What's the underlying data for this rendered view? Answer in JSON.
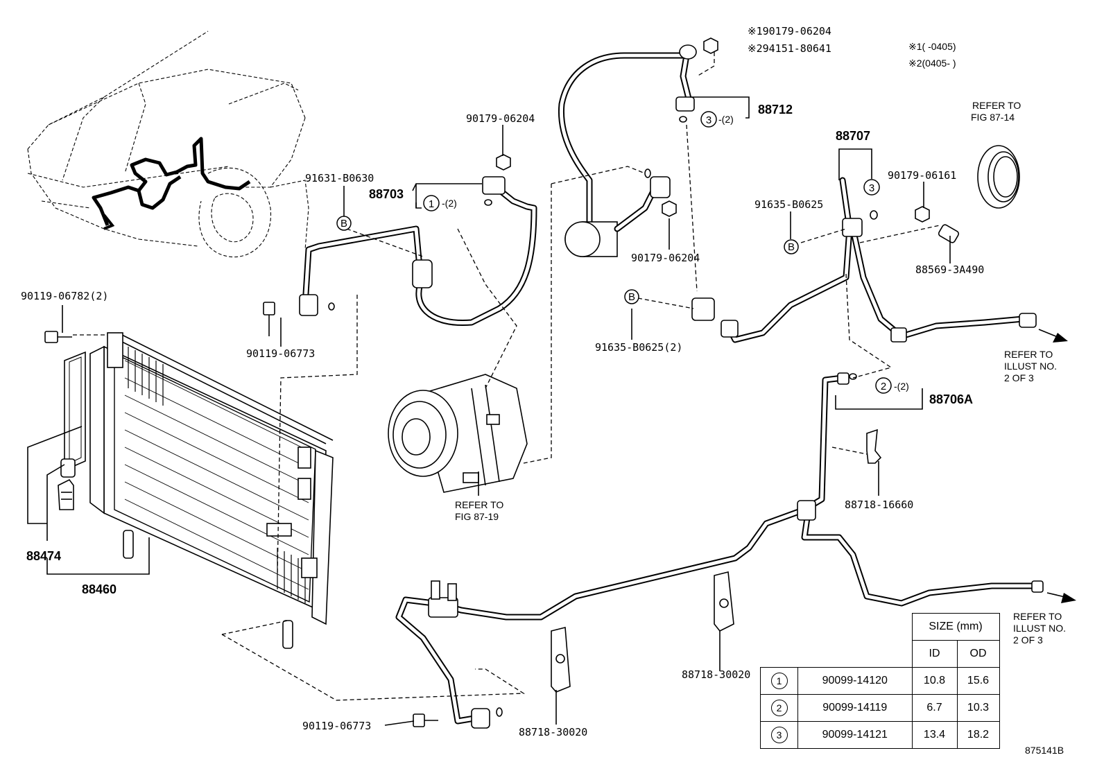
{
  "labels": {
    "p90119_06782": "90119-06782(2)",
    "p88474": "88474",
    "p88460": "88460",
    "p91631_B0630": "91631-B0630",
    "p88703": "88703",
    "p90179_06204_a": "90179-06204",
    "p90119_06773_a": "90119-06773",
    "p190179": "※190179-06204",
    "p294151": "※294151-80641",
    "p88712": "88712",
    "p90179_06204_b": "90179-06204",
    "p91635_B0625_a": "91635-B0625",
    "p91635_B0625_b": "91635-B0625(2)",
    "p88707": "88707",
    "p90179_06161": "90179-06161",
    "p88569_3A490": "88569-3A490",
    "p88706A": "88706A",
    "p88718_16660": "88718-16660",
    "p88718_30020_a": "88718-30020",
    "p88718_30020_b": "88718-30020",
    "p90119_06773_b": "90119-06773",
    "qty2": "-(2)",
    "note1": "※1(      -0405)",
    "note2": "※2(0405-      )",
    "ref_87_14_a": "REFER TO",
    "ref_87_14_b": "FIG 87-14",
    "ref_87_19_a": "REFER TO",
    "ref_87_19_b": "FIG 87-19",
    "ref_illust_a1": "REFER TO",
    "ref_illust_a2": "ILLUST NO.",
    "ref_illust_a3": "2 OF 3",
    "ref_illust_b1": "REFER TO",
    "ref_illust_b2": "ILLUST NO.",
    "ref_illust_b3": "2 OF 3",
    "circle_B": "B",
    "circle_1": "1",
    "circle_2": "2",
    "circle_3": "3",
    "fig_number": "875141B"
  },
  "size_table": {
    "header_size": "SIZE (mm)",
    "header_id": "ID",
    "header_od": "OD",
    "rows": [
      {
        "mark": "1",
        "part": "90099-14120",
        "id": "10.8",
        "od": "15.6"
      },
      {
        "mark": "2",
        "part": "90099-14119",
        "id": "6.7",
        "od": "10.3"
      },
      {
        "mark": "3",
        "part": "90099-14121",
        "id": "13.4",
        "od": "18.2"
      }
    ]
  }
}
